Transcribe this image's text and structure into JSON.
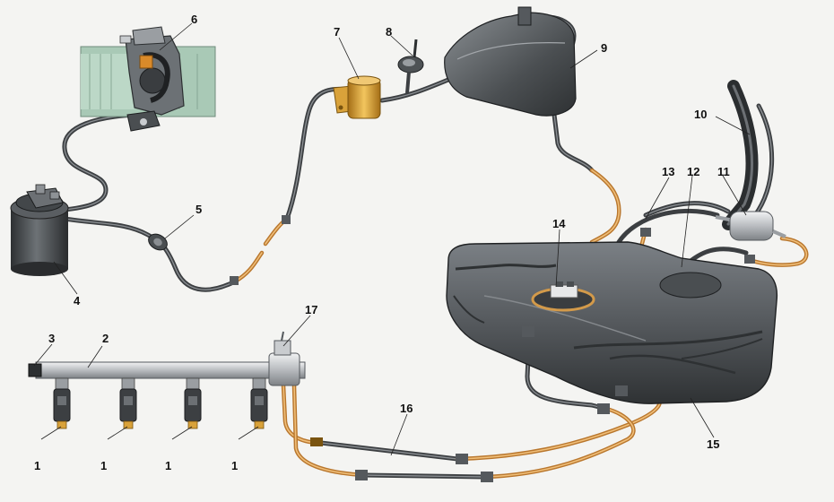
{
  "callouts": {
    "injector": "1",
    "fuel_rail": "2",
    "rail_fitting": "3",
    "canister": "4",
    "check_valve": "5",
    "throttle_body": "6",
    "purge_valve": "7",
    "gravity_valve": "8",
    "separator": "9",
    "filler_neck": "10",
    "fuel_filter": "11",
    "vent_hose": "12",
    "filter_hose": "13",
    "fuel_pump_module": "14",
    "fuel_tank": "15",
    "fuel_lines": "16",
    "pressure_regulator": "17"
  },
  "colors": {
    "background": "#f4f4f2",
    "hose": "#3c3f42",
    "metal_pipe": "#b9772e",
    "tank": "#55595d",
    "throttle_body_green": "#a9c9b6",
    "purge_valve_gold": "#d9a23a"
  }
}
